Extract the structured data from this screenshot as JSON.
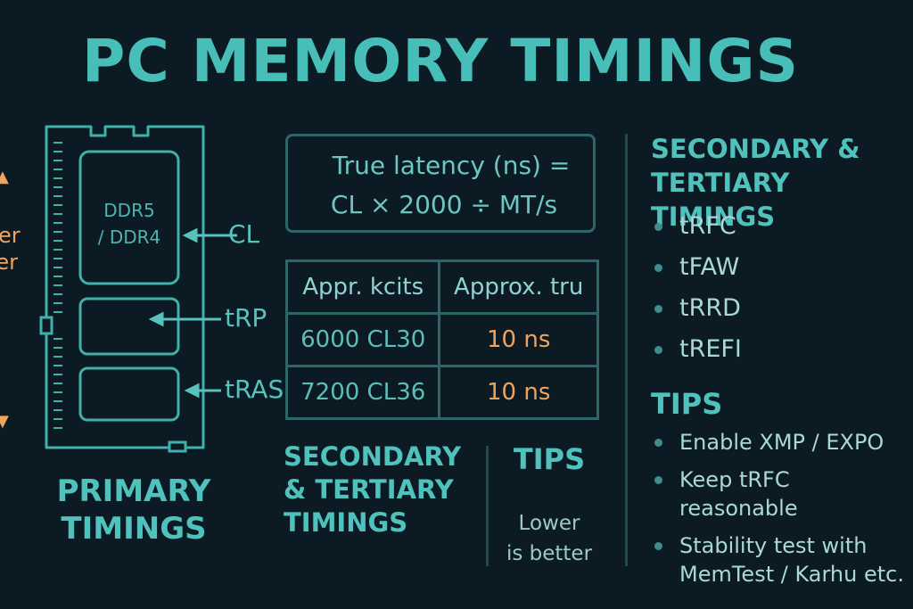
{
  "title": "PC MEMORY TIMINGS",
  "left_edge": {
    "line1": "er",
    "line2": "ter"
  },
  "module": {
    "chip_label_1": "DDR5",
    "chip_label_2": "/ DDR4",
    "labels": {
      "cl": "CL",
      "trp": "tRP",
      "tras": "tRAS"
    }
  },
  "primary_heading": {
    "line1": "PRIMARY",
    "line2": "TIMINGS"
  },
  "formula": {
    "line1": "True latency (ns) =",
    "line2": "CL × 2000 ÷ MT/s"
  },
  "table": {
    "headers": [
      "Appr. kcits",
      "Approx. tru"
    ],
    "rows": [
      {
        "kit": "6000 CL30",
        "value": "10 ns"
      },
      {
        "kit": "7200 CL36",
        "value": "10 ns"
      }
    ]
  },
  "secondary_bottom": {
    "line1": "SECONDARY",
    "line2": "& TERTIARY",
    "line3": "TIMINGS"
  },
  "tips_bottom": {
    "heading": "TIPS",
    "line1": "Lower",
    "line2": "is better"
  },
  "right_panel": {
    "secondary_heading": {
      "line1": "SECONDARY &",
      "line2": "TERTIARY TIMINGS"
    },
    "timings": [
      "tRFC",
      "tFAW",
      "tRRD",
      "tREFI"
    ],
    "tips_heading": "TIPS",
    "tips": [
      {
        "line1": "Enable XMP / EXPO"
      },
      {
        "line1": "Keep tRFC reasonable"
      },
      {
        "line1": "Stability test with",
        "line2": "MemTest / Karhu etc."
      }
    ]
  },
  "colors": {
    "background": "#0c1a24",
    "teal": "#4fc2bd",
    "accent_orange": "#f0a35b",
    "line": "#2e6668"
  }
}
